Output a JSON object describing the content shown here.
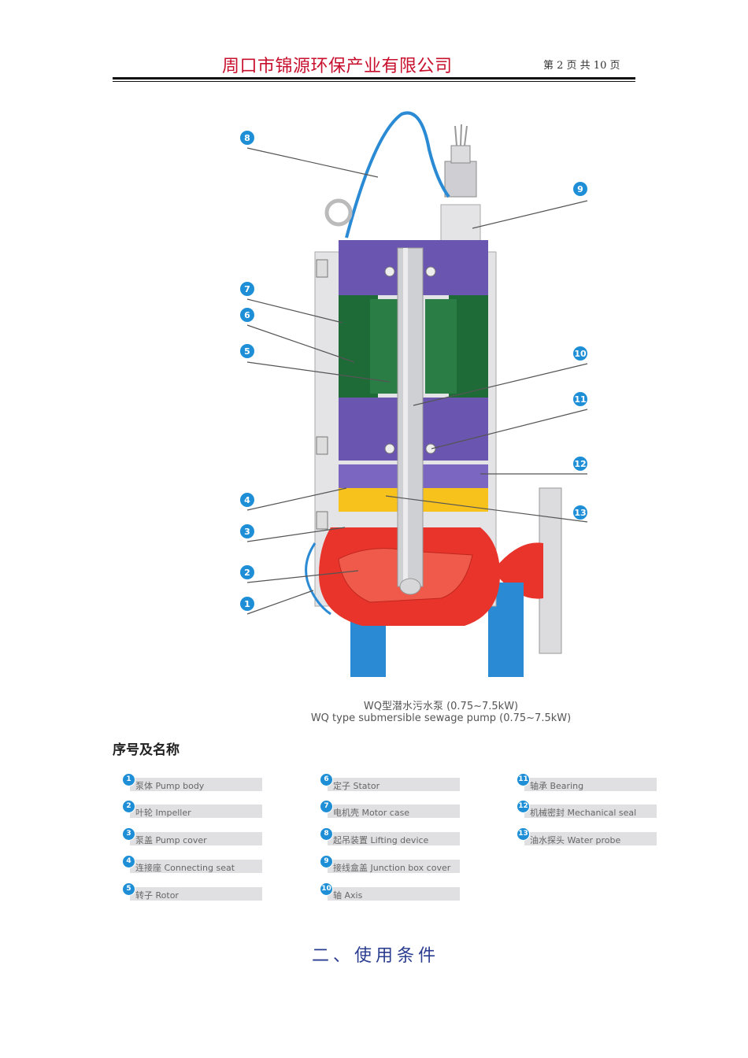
{
  "header": {
    "company": "周口市锦源环保产业有限公司",
    "page_info": "第 2 页 共 10 页"
  },
  "figure": {
    "caption_cn": "WQ型潜水污水泵 (0.75~7.5kW)",
    "caption_en": "WQ type submersible sewage pump (0.75~7.5kW)",
    "callouts": [
      "8",
      "9",
      "7",
      "6",
      "5",
      "10",
      "11",
      "12",
      "4",
      "13",
      "3",
      "2",
      "1"
    ],
    "colors": {
      "pump_body": "#e8342a",
      "connecting_seat": "#f7c21b",
      "motor_case": "#6a55b0",
      "stator": "#1f6b38",
      "casing": "#d7d7da",
      "outlet_water": "#2a8ad4",
      "callout_badge": "#1e8fd6"
    }
  },
  "legend": {
    "heading": "序号及名称",
    "items": [
      {
        "num": "1",
        "label": "泵体 Pump body"
      },
      {
        "num": "2",
        "label": "叶轮 Impeller"
      },
      {
        "num": "3",
        "label": "泵盖 Pump cover"
      },
      {
        "num": "4",
        "label": "连接座 Connecting seat"
      },
      {
        "num": "5",
        "label": "转子 Rotor"
      },
      {
        "num": "6",
        "label": "定子 Stator"
      },
      {
        "num": "7",
        "label": "电机壳 Motor case"
      },
      {
        "num": "8",
        "label": "起吊装置 Lifting device"
      },
      {
        "num": "9",
        "label": "接线盒盖 Junction box cover"
      },
      {
        "num": "10",
        "label": "轴 Axis"
      },
      {
        "num": "11",
        "label": "轴承 Bearing"
      },
      {
        "num": "12",
        "label": "机械密封 Mechanical seal"
      },
      {
        "num": "13",
        "label": "油水探头 Water probe"
      }
    ]
  },
  "section": {
    "title": "二、使用条件"
  }
}
